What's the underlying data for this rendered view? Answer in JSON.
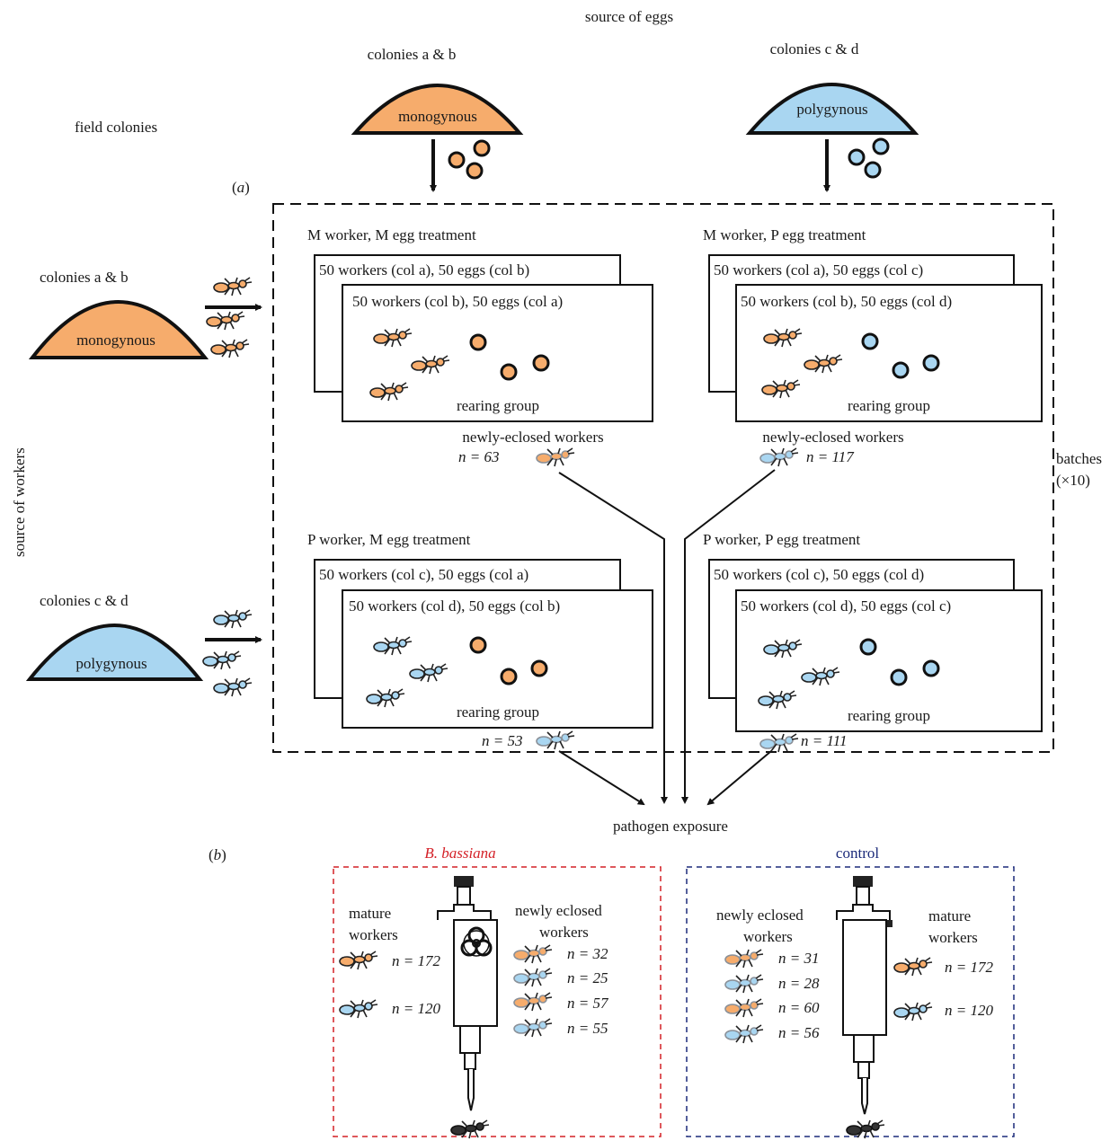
{
  "source_of_eggs": "source of eggs",
  "field_colonies": "field colonies",
  "source_of_workers": "source of workers",
  "panel_a": "a",
  "panel_b": "b",
  "batches": "batches",
  "batches_count": "(×10)",
  "egg_colonies": [
    {
      "label": "colonies a & b",
      "type": "monogynous",
      "color": "#f6ac6c"
    },
    {
      "label": "colonies c & d",
      "type": "polygynous",
      "color": "#a9d6f1"
    }
  ],
  "worker_colonies": [
    {
      "label": "colonies a & b",
      "type": "monogynous",
      "color": "#f6ac6c"
    },
    {
      "label": "colonies c & d",
      "type": "polygynous",
      "color": "#a9d6f1"
    }
  ],
  "treatments": [
    {
      "title": "M worker, M egg treatment",
      "back": "50 workers (col a), 50 eggs (col b)",
      "front": "50 workers (col b), 50 eggs (col a)",
      "group": "rearing group",
      "newly_label": "newly-eclosed workers",
      "n": "n = 63"
    },
    {
      "title": "M worker, P egg treatment",
      "back": "50 workers (col a), 50 eggs (col c)",
      "front": "50 workers (col b), 50 eggs (col d)",
      "group": "rearing group",
      "newly_label": "newly-eclosed workers",
      "n": "n = 117"
    },
    {
      "title": "P worker, M egg treatment",
      "back": "50 workers (col c), 50 eggs (col a)",
      "front": "50 workers (col d), 50 eggs (col b)",
      "group": "rearing group",
      "n": "n = 53"
    },
    {
      "title": "P worker, P egg treatment",
      "back": "50 workers (col c), 50 eggs (col d)",
      "front": "50 workers (col d), 50 eggs (col c)",
      "group": "rearing group",
      "n": "n = 111"
    }
  ],
  "pathogen_exposure": "pathogen exposure",
  "bassiana": {
    "title": "B. bassiana",
    "mature_label_1": "mature",
    "mature_label_2": "workers",
    "mature_n": [
      "n = 172",
      "n = 120"
    ],
    "newly_label_1": "newly eclosed",
    "newly_label_2": "workers",
    "newly_n": [
      "n = 32",
      "n = 25",
      "n = 57",
      "n = 55"
    ]
  },
  "control": {
    "title": "control",
    "mature_label_1": "mature",
    "mature_label_2": "workers",
    "mature_n": [
      "n = 172",
      "n = 120"
    ],
    "newly_label_1": "newly eclosed",
    "newly_label_2": "workers",
    "newly_n": [
      "n = 31",
      "n = 28",
      "n = 60",
      "n = 56"
    ]
  },
  "colors": {
    "mono": "#f6ac6c",
    "poly": "#a9d6f1",
    "grey": "#9aa0a6",
    "red": "#d42027",
    "navy": "#1b2a7a"
  }
}
